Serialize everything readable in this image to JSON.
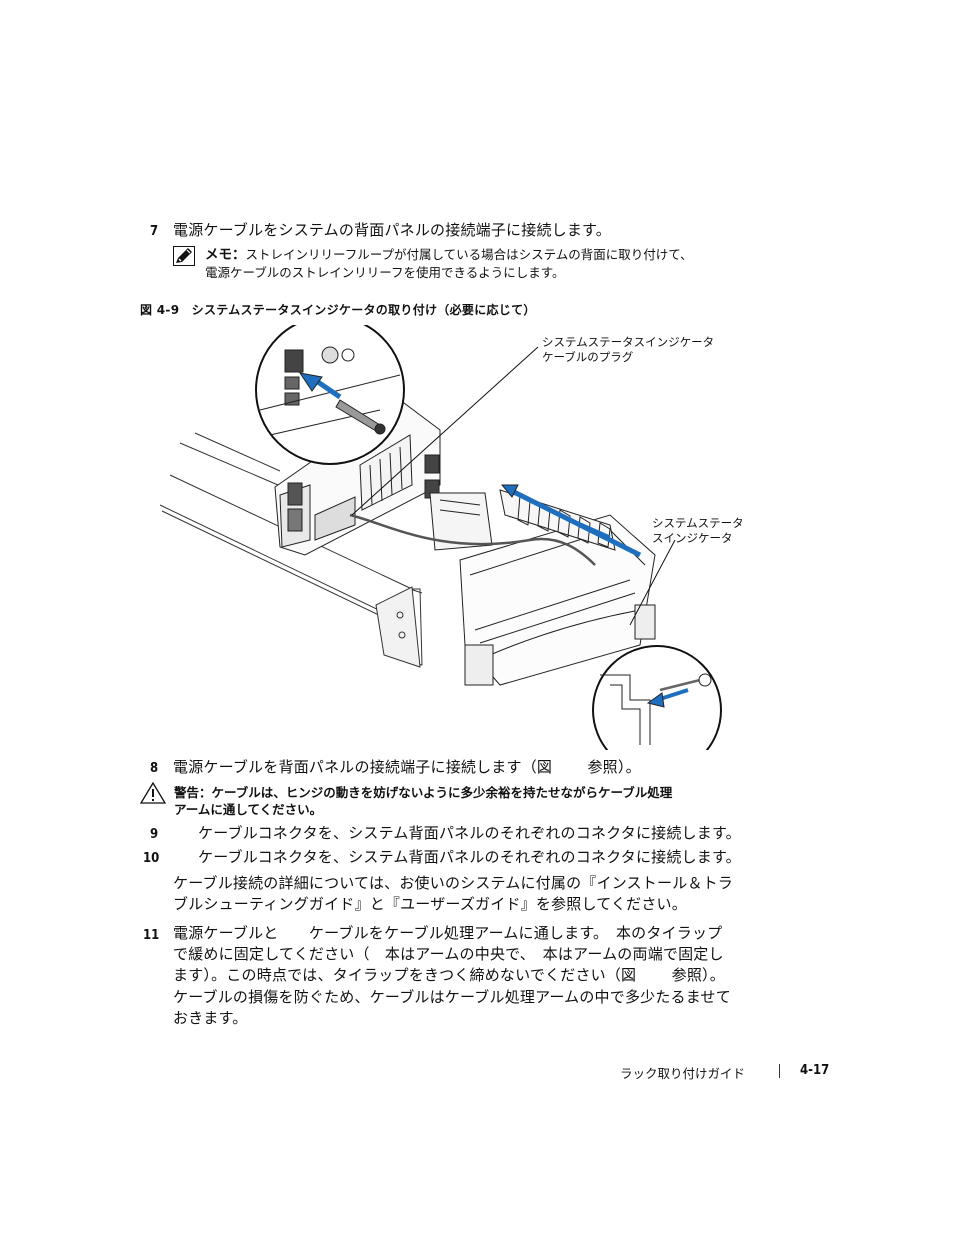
{
  "step7": {
    "number": "7",
    "text": "電源ケーブルをシステムの背面パネルの接続端子に接続します。"
  },
  "note": {
    "label": "メモ：",
    "line1": "ストレインリリーフループが付属している場合はシステムの背面に取り付けて、",
    "line2": "電源ケーブルのストレインリリーフを使用できるようにします。"
  },
  "figure": {
    "caption": "図 4-9　システムステータスインジケータの取り付け（必要に応じて）",
    "label_plug_line1": "システムステータスインジケータ",
    "label_plug_line2": "ケーブルのプラグ",
    "label_indicator_line1": "システムステータ",
    "label_indicator_line2": "スインジケータ"
  },
  "step8": {
    "number": "8",
    "text": "電源ケーブルを背面パネルの接続端子に接続します（図　　 参照）。"
  },
  "warning": {
    "label": "警告：",
    "line1": "ケーブルは、ヒンジの動きを妨げないように多少余裕を持たせながらケーブル処理",
    "line2": "アームに通してください。"
  },
  "step9": {
    "number": "9",
    "text": "ケーブルコネクタを、システム背面パネルのそれぞれのコネクタに接続します。"
  },
  "step10": {
    "number": "10",
    "text": "ケーブルコネクタを、システム背面パネルのそれぞれのコネクタに接続します。",
    "detail_line1": "ケーブル接続の詳細については、お使いのシステムに付属の『インストール＆トラ",
    "detail_line2": "ブルシューティングガイド』と『ユーザーズガイド』を参照してください。"
  },
  "step11": {
    "number": "11",
    "line1": "電源ケーブルと　　ケーブルをケーブル処理アームに通します。　本のタイラップ",
    "line2": "で緩めに固定してください（　本はアームの中央で、　本はアームの両端で固定し",
    "line3": "ます）。この時点では、タイラップをきつく締めないでください（図　　 参照）。",
    "detail_line1": "ケーブルの損傷を防ぐため、ケーブルはケーブル処理アームの中で多少たるませて",
    "detail_line2": "おきます。"
  },
  "footer": {
    "section": "ラック取り付けガイド",
    "page": "4-17"
  }
}
